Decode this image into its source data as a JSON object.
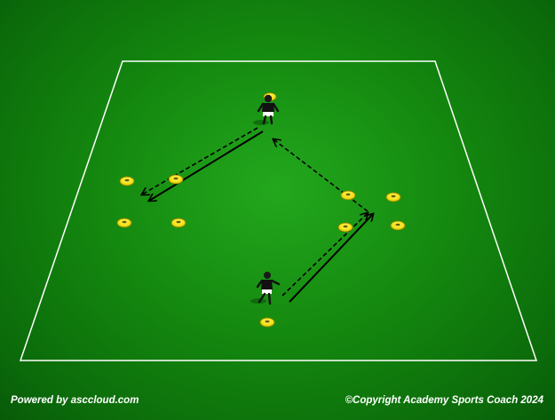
{
  "diagram": {
    "description_none": "",
    "colors": {
      "grass": "#14880f",
      "lines": "#ffffff",
      "cone": "#f4e21a",
      "cone_outline": "#8a7d00",
      "arrow": "#000000",
      "player_shirt": "#111111",
      "player_shorts": "#ffffff"
    },
    "icons": [
      "player-icon",
      "cone-icon",
      "pass-arrow",
      "run-arrow"
    ]
  },
  "footer": {
    "left": "Powered by asccloud.com",
    "right": "©Copyright Academy Sports Coach 2024"
  }
}
